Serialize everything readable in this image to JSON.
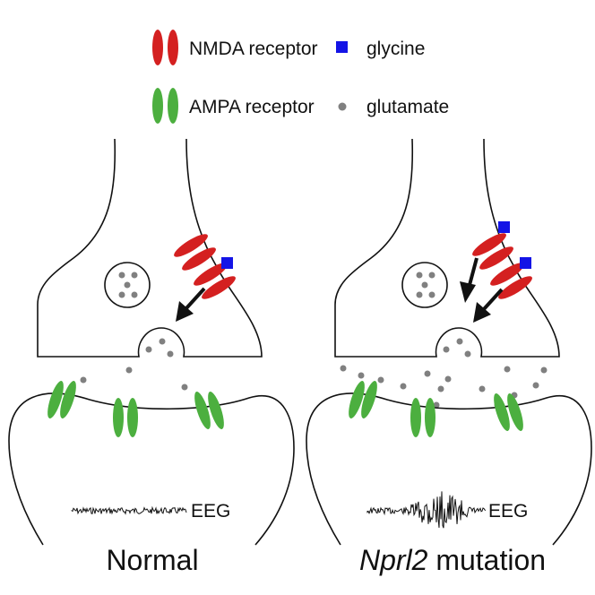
{
  "colors": {
    "nmda": "#d42020",
    "ampa": "#4caf3f",
    "glycine": "#1414e6",
    "glutamate": "#808080",
    "outline": "#111111"
  },
  "legend": {
    "nmda_label": "NMDA receptor",
    "glycine_label": "glycine",
    "ampa_label": "AMPA receptor",
    "glutamate_label": "glutamate"
  },
  "panels": {
    "normal": {
      "title": "Normal",
      "eeg_label": "EEG"
    },
    "mutation": {
      "title_italic": "Nprl2",
      "title_rest": " mutation",
      "eeg_label": "EEG"
    }
  }
}
